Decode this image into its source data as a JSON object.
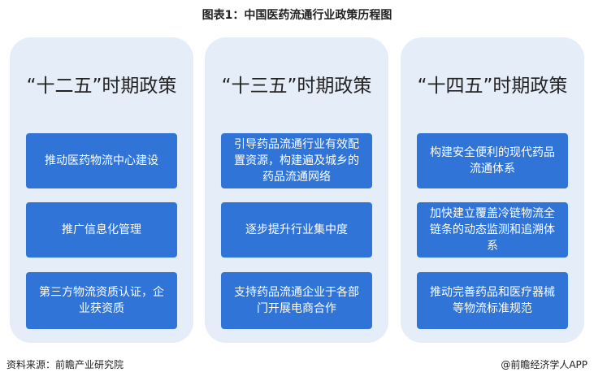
{
  "title": "图表1：中国医药流通行业政策历程图",
  "panels": [
    {
      "heading": "“十二五”时期政策",
      "items": [
        "推动医药物流中心建设",
        "推广信息化管理",
        "第三方物流资质认证，企业获资质"
      ]
    },
    {
      "heading": "“十三五”时期政策",
      "items": [
        "引导药品流通行业有效配置资源，构建遍及城乡的药品流通网络",
        "逐步提升行业集中度",
        "支持药品流通企业于各部门开展电商合作"
      ]
    },
    {
      "heading": "“十四五”时期政策",
      "items": [
        "构建安全便利的现代药品流通体系",
        "加快建立覆盖冷链物流全链条的动态监测和追溯体系",
        "推动完善药品和医疗器械等物流标准规范"
      ]
    }
  ],
  "footer": {
    "source": "资料来源：前瞻产业研究院",
    "brand": "@前瞻经济学人APP"
  }
}
